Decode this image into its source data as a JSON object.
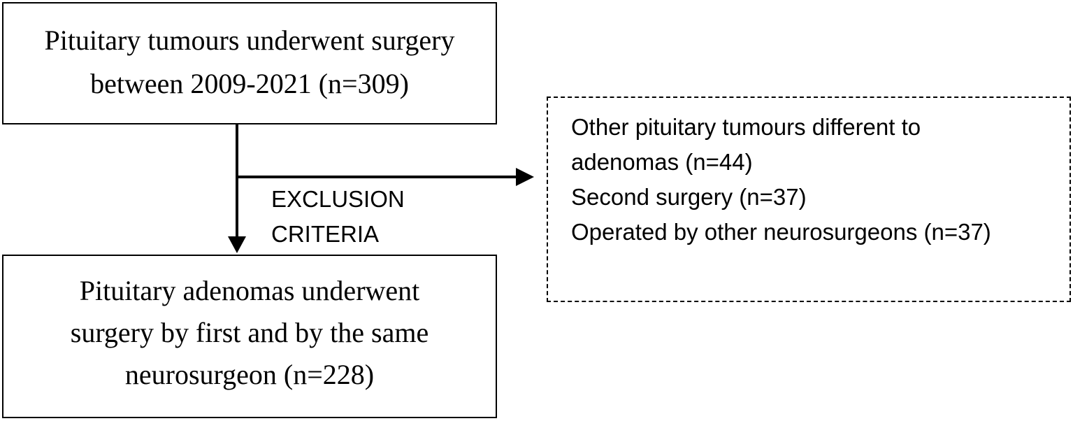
{
  "top_box": {
    "lines": [
      "Pituitary tumours underwent surgery",
      "between 2009-2021 (n=309)"
    ]
  },
  "bottom_box": {
    "lines": [
      "Pituitary adenomas underwent",
      "surgery by first and by the same",
      "neurosurgeon (n=228)"
    ]
  },
  "exclusion_label": {
    "lines": [
      "EXCLUSION",
      "CRITERIA"
    ]
  },
  "exclusion_box": {
    "lines": [
      "Other pituitary tumours different to",
      "adenomas (n=44)",
      "Second surgery (n=37)",
      "Operated by other neurosurgeons (n=37)"
    ]
  }
}
